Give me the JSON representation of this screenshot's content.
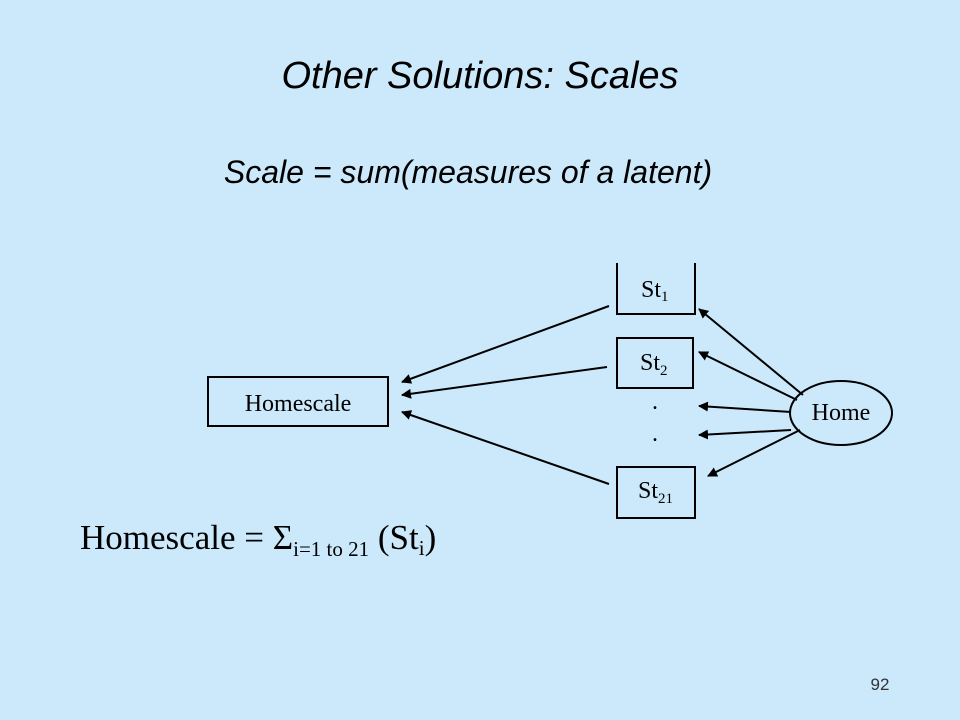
{
  "slide": {
    "title": "Other Solutions: Scales",
    "subtitle": "Scale = sum(measures of a latent)",
    "page_number": "92"
  },
  "diagram": {
    "homescale_label": "Homescale",
    "latent_label": "Home",
    "indicators": [
      {
        "base": "St",
        "sub": "1"
      },
      {
        "base": "St",
        "sub": "2"
      },
      {
        "base": "St",
        "sub": "21"
      }
    ],
    "ellipsis_dot": "."
  },
  "formula": {
    "lhs": "Homescale = ",
    "sigma": "Σ",
    "range": "i=1 to 21",
    "open": " (St",
    "index": "i",
    "close": ")"
  }
}
